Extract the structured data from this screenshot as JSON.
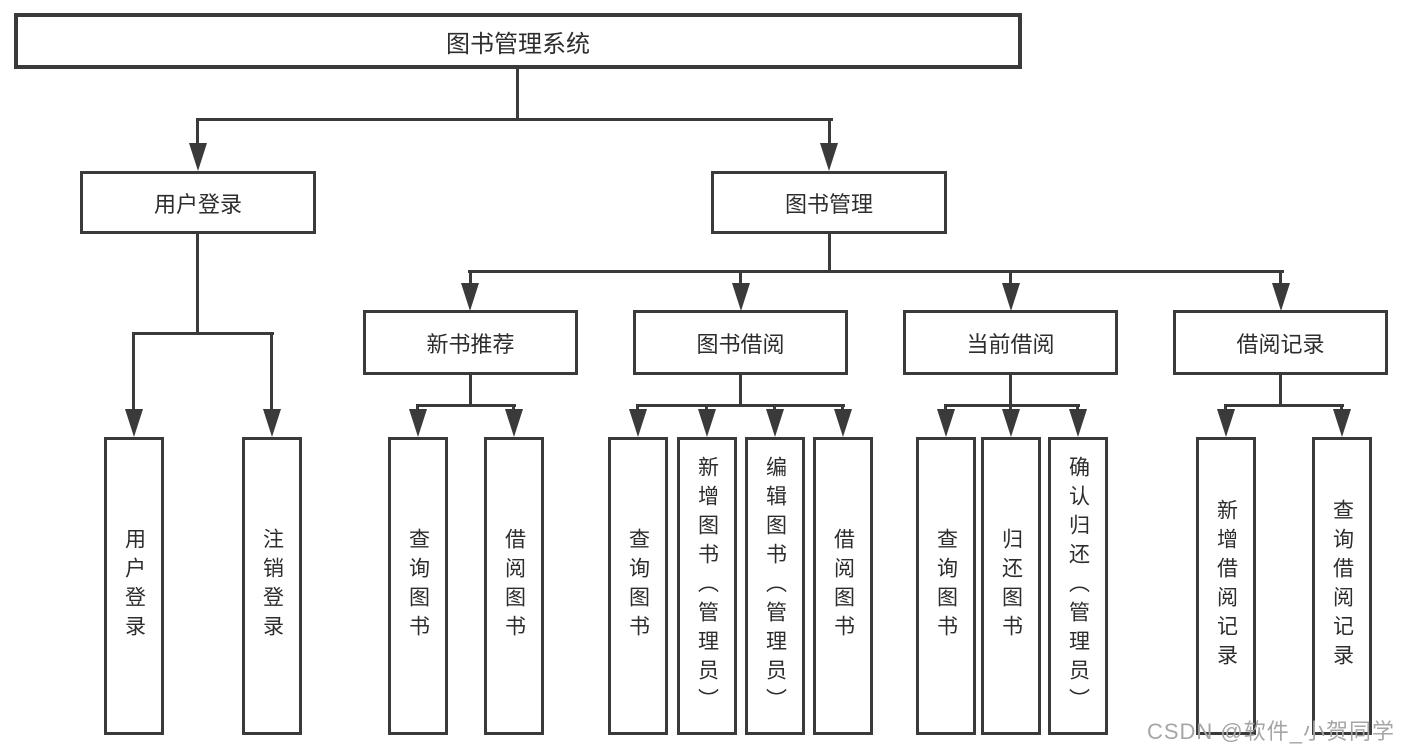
{
  "tree": {
    "root": {
      "label": "图书管理系统"
    },
    "level2": [
      {
        "label": "用户登录",
        "children": [
          {
            "label": "用户登录"
          },
          {
            "label": "注销登录"
          }
        ]
      },
      {
        "label": "图书管理",
        "sections": [
          {
            "label": "新书推荐",
            "children": [
              {
                "label": "查询图书"
              },
              {
                "label": "借阅图书"
              }
            ]
          },
          {
            "label": "图书借阅",
            "children": [
              {
                "label": "查询图书"
              },
              {
                "label": "新增图书（管理员）"
              },
              {
                "label": "编辑图书（管理员）"
              },
              {
                "label": "借阅图书"
              }
            ]
          },
          {
            "label": "当前借阅",
            "children": [
              {
                "label": "查询图书"
              },
              {
                "label": "归还图书"
              },
              {
                "label": "确认归还（管理员）"
              }
            ]
          },
          {
            "label": "借阅记录",
            "children": [
              {
                "label": "新增借阅记录"
              },
              {
                "label": "查询借阅记录"
              }
            ]
          }
        ]
      }
    ]
  },
  "watermark": "CSDN @软件_小贺同学",
  "colors": {
    "line": "#3a3a3a",
    "text": "#2d2d2d",
    "background": "#ffffff",
    "watermark": "#a6a6a6"
  }
}
